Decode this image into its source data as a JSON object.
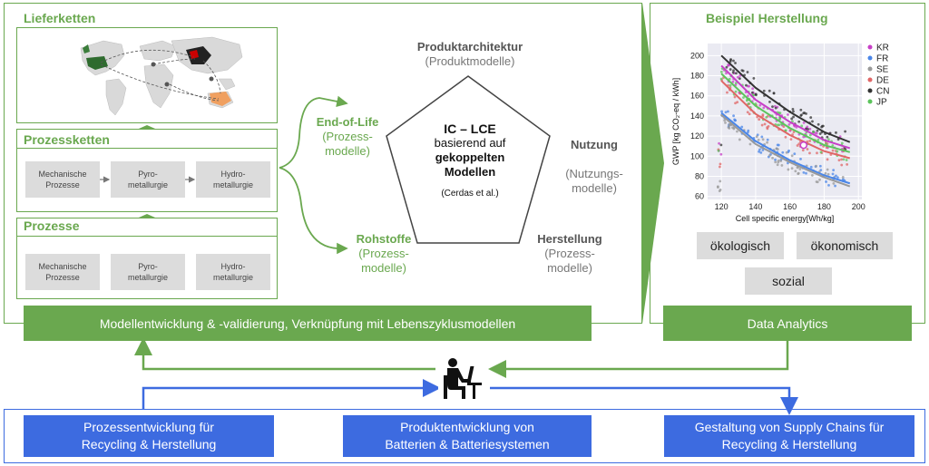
{
  "supply": {
    "title": "Lieferketten"
  },
  "process_chains": {
    "title": "Prozessketten",
    "steps": [
      "Mechanische\nProzesse",
      "Pyro-\nmetallurgie",
      "Hydro-\nmetallurgie"
    ]
  },
  "processes": {
    "title": "Prozesse",
    "steps": [
      "Mechanische\nProzesse",
      "Pyro-\nmetallurgie",
      "Hydro-\nmetallurgie"
    ]
  },
  "pentagon": {
    "center_line1": "IC – LCE",
    "center_line2": "basierend auf",
    "center_line3": "gekoppelten",
    "center_line4": "Modellen",
    "citation": "(Cerdas et al.)",
    "top_title": "Produktarchitektur",
    "top_sub": "(Produktmodelle)",
    "right_title": "Nutzung",
    "right_sub": "(Nutzungs-\nmodelle)",
    "br_title": "Herstellung",
    "br_sub": "(Prozess-\nmodelle)",
    "bl_title": "Rohstoffe",
    "bl_sub": "(Prozess-\nmodelle)",
    "left_title": "End-of-Life",
    "left_sub": "(Prozess-\nmodelle)"
  },
  "model_bar": "Modellentwicklung & -validierung, Verknüpfung mit Lebenszyklusmodellen",
  "analytics": {
    "title": "Beispiel Herstellung",
    "bar": "Data Analytics",
    "tags": [
      "ökologisch",
      "ökonomisch",
      "sozial"
    ]
  },
  "bottom": {
    "left": "Prozessentwicklung für\nRecycling & Herstellung",
    "middle": "Produktentwicklung von\nBatterien & Batteriesystemen",
    "right": "Gestaltung von Supply Chains für\nRecycling & Herstellung"
  },
  "colors": {
    "green": "#6aa84f",
    "blue": "#3d6be0",
    "grey": "#dcdcdc"
  },
  "chart_data": {
    "type": "scatter",
    "title": "",
    "xlabel": "Cell specific energy[Wh/kg]",
    "ylabel": "GWP [kg CO₂-eq / kWh]",
    "xlim": [
      112,
      202
    ],
    "ylim": [
      57,
      212
    ],
    "xticks": [
      120,
      140,
      160,
      180,
      200
    ],
    "yticks": [
      60,
      80,
      100,
      120,
      140,
      160,
      180,
      200
    ],
    "grid": true,
    "legend_position": "right",
    "highlight_point": {
      "x": 168,
      "y": 111
    },
    "series": [
      {
        "name": "KR",
        "color": "#c73fc7",
        "trend": [
          [
            120,
            190
          ],
          [
            140,
            156
          ],
          [
            160,
            134
          ],
          [
            180,
            116
          ],
          [
            195,
            108
          ]
        ]
      },
      {
        "name": "FR",
        "color": "#4a86e8",
        "trend": [
          [
            120,
            143
          ],
          [
            140,
            115
          ],
          [
            160,
            96
          ],
          [
            180,
            81
          ],
          [
            195,
            73
          ]
        ]
      },
      {
        "name": "SE",
        "color": "#999999",
        "trend": [
          [
            120,
            141
          ],
          [
            140,
            112
          ],
          [
            160,
            94
          ],
          [
            180,
            79
          ],
          [
            195,
            70
          ]
        ]
      },
      {
        "name": "DE",
        "color": "#e06666",
        "trend": [
          [
            120,
            175
          ],
          [
            140,
            142
          ],
          [
            160,
            121
          ],
          [
            180,
            105
          ],
          [
            195,
            98
          ]
        ]
      },
      {
        "name": "CN",
        "color": "#333333",
        "trend": [
          [
            120,
            200
          ],
          [
            140,
            168
          ],
          [
            160,
            144
          ],
          [
            180,
            124
          ],
          [
            195,
            114
          ]
        ]
      },
      {
        "name": "JP",
        "color": "#5cc45c",
        "trend": [
          [
            120,
            182
          ],
          [
            140,
            150
          ],
          [
            160,
            128
          ],
          [
            180,
            111
          ],
          [
            195,
            104
          ]
        ]
      }
    ]
  }
}
